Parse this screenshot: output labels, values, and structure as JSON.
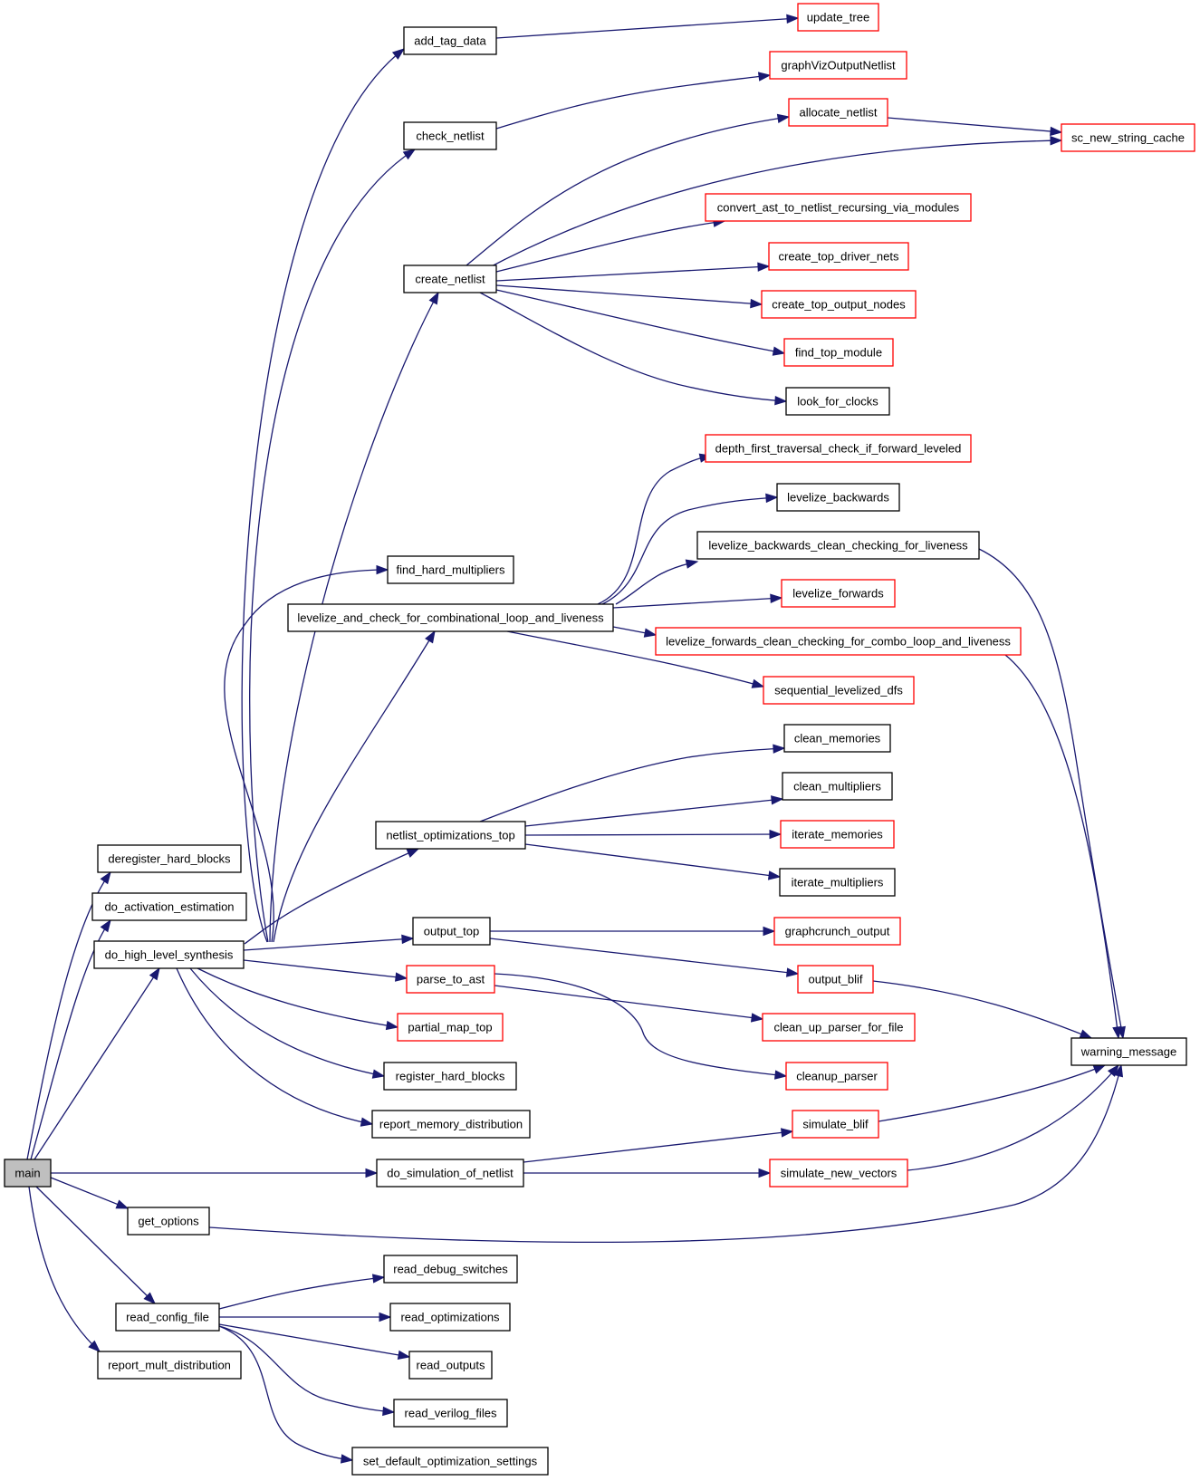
{
  "colors": {
    "edge": "#191970",
    "node_border_default": "#000000",
    "node_border_external": "#ff0000",
    "node_fill_default": "#ffffff",
    "node_fill_root": "#bfbfbf"
  },
  "nodes": [
    {
      "id": "main",
      "label": "main",
      "kind": "root"
    },
    {
      "id": "deregister_hard_blocks",
      "label": "deregister_hard_blocks",
      "kind": "internal"
    },
    {
      "id": "do_activation_estimation",
      "label": "do_activation_estimation",
      "kind": "internal"
    },
    {
      "id": "do_high_level_synthesis",
      "label": "do_high_level_synthesis",
      "kind": "internal"
    },
    {
      "id": "get_options",
      "label": "get_options",
      "kind": "internal"
    },
    {
      "id": "read_config_file",
      "label": "read_config_file",
      "kind": "internal"
    },
    {
      "id": "report_mult_distribution",
      "label": "report_mult_distribution",
      "kind": "internal"
    },
    {
      "id": "add_tag_data",
      "label": "add_tag_data",
      "kind": "internal"
    },
    {
      "id": "check_netlist",
      "label": "check_netlist",
      "kind": "internal"
    },
    {
      "id": "create_netlist",
      "label": "create_netlist",
      "kind": "internal"
    },
    {
      "id": "find_hard_multipliers",
      "label": "find_hard_multipliers",
      "kind": "internal"
    },
    {
      "id": "levelize_and_check",
      "label": "levelize_and_check_for_combinational_loop_and_liveness",
      "kind": "internal"
    },
    {
      "id": "netlist_optimizations_top",
      "label": "netlist_optimizations_top",
      "kind": "internal"
    },
    {
      "id": "output_top",
      "label": "output_top",
      "kind": "internal"
    },
    {
      "id": "parse_to_ast",
      "label": "parse_to_ast",
      "kind": "external"
    },
    {
      "id": "partial_map_top",
      "label": "partial_map_top",
      "kind": "external"
    },
    {
      "id": "register_hard_blocks",
      "label": "register_hard_blocks",
      "kind": "internal"
    },
    {
      "id": "report_memory_distribution",
      "label": "report_memory_distribution",
      "kind": "internal"
    },
    {
      "id": "do_simulation_of_netlist",
      "label": "do_simulation_of_netlist",
      "kind": "internal"
    },
    {
      "id": "read_debug_switches",
      "label": "read_debug_switches",
      "kind": "internal"
    },
    {
      "id": "read_optimizations",
      "label": "read_optimizations",
      "kind": "internal"
    },
    {
      "id": "read_outputs",
      "label": "read_outputs",
      "kind": "internal"
    },
    {
      "id": "read_verilog_files",
      "label": "read_verilog_files",
      "kind": "internal"
    },
    {
      "id": "set_default_optimization_settings",
      "label": "set_default_optimization_settings",
      "kind": "internal"
    },
    {
      "id": "update_tree",
      "label": "update_tree",
      "kind": "external"
    },
    {
      "id": "graphVizOutputNetlist",
      "label": "graphVizOutputNetlist",
      "kind": "external"
    },
    {
      "id": "allocate_netlist",
      "label": "allocate_netlist",
      "kind": "external"
    },
    {
      "id": "convert_ast",
      "label": "convert_ast_to_netlist_recursing_via_modules",
      "kind": "external"
    },
    {
      "id": "create_top_driver_nets",
      "label": "create_top_driver_nets",
      "kind": "external"
    },
    {
      "id": "create_top_output_nodes",
      "label": "create_top_output_nodes",
      "kind": "external"
    },
    {
      "id": "find_top_module",
      "label": "find_top_module",
      "kind": "external"
    },
    {
      "id": "look_for_clocks",
      "label": "look_for_clocks",
      "kind": "internal"
    },
    {
      "id": "depth_first",
      "label": "depth_first_traversal_check_if_forward_leveled",
      "kind": "external"
    },
    {
      "id": "levelize_backwards",
      "label": "levelize_backwards",
      "kind": "internal"
    },
    {
      "id": "levelize_backwards_clean",
      "label": "levelize_backwards_clean_checking_for_liveness",
      "kind": "internal"
    },
    {
      "id": "levelize_forwards",
      "label": "levelize_forwards",
      "kind": "external"
    },
    {
      "id": "levelize_forwards_clean",
      "label": "levelize_forwards_clean_checking_for_combo_loop_and_liveness",
      "kind": "external"
    },
    {
      "id": "sequential_levelized_dfs",
      "label": "sequential_levelized_dfs",
      "kind": "external"
    },
    {
      "id": "clean_memories",
      "label": "clean_memories",
      "kind": "internal"
    },
    {
      "id": "clean_multipliers",
      "label": "clean_multipliers",
      "kind": "internal"
    },
    {
      "id": "iterate_memories",
      "label": "iterate_memories",
      "kind": "external"
    },
    {
      "id": "iterate_multipliers",
      "label": "iterate_multipliers",
      "kind": "internal"
    },
    {
      "id": "graphcrunch_output",
      "label": "graphcrunch_output",
      "kind": "external"
    },
    {
      "id": "output_blif",
      "label": "output_blif",
      "kind": "external"
    },
    {
      "id": "clean_up_parser_for_file",
      "label": "clean_up_parser_for_file",
      "kind": "external"
    },
    {
      "id": "cleanup_parser",
      "label": "cleanup_parser",
      "kind": "external"
    },
    {
      "id": "simulate_blif",
      "label": "simulate_blif",
      "kind": "external"
    },
    {
      "id": "simulate_new_vectors",
      "label": "simulate_new_vectors",
      "kind": "external"
    },
    {
      "id": "sc_new_string_cache",
      "label": "sc_new_string_cache",
      "kind": "external"
    },
    {
      "id": "warning_message",
      "label": "warning_message",
      "kind": "internal"
    }
  ],
  "edges": [
    [
      "main",
      "deregister_hard_blocks"
    ],
    [
      "main",
      "do_activation_estimation"
    ],
    [
      "main",
      "do_high_level_synthesis"
    ],
    [
      "main",
      "do_simulation_of_netlist"
    ],
    [
      "main",
      "get_options"
    ],
    [
      "main",
      "read_config_file"
    ],
    [
      "main",
      "report_mult_distribution"
    ],
    [
      "do_high_level_synthesis",
      "add_tag_data"
    ],
    [
      "do_high_level_synthesis",
      "check_netlist"
    ],
    [
      "do_high_level_synthesis",
      "create_netlist"
    ],
    [
      "do_high_level_synthesis",
      "find_hard_multipliers"
    ],
    [
      "do_high_level_synthesis",
      "levelize_and_check"
    ],
    [
      "do_high_level_synthesis",
      "netlist_optimizations_top"
    ],
    [
      "do_high_level_synthesis",
      "output_top"
    ],
    [
      "do_high_level_synthesis",
      "parse_to_ast"
    ],
    [
      "do_high_level_synthesis",
      "partial_map_top"
    ],
    [
      "do_high_level_synthesis",
      "register_hard_blocks"
    ],
    [
      "do_high_level_synthesis",
      "report_memory_distribution"
    ],
    [
      "add_tag_data",
      "update_tree"
    ],
    [
      "check_netlist",
      "graphVizOutputNetlist"
    ],
    [
      "create_netlist",
      "allocate_netlist"
    ],
    [
      "create_netlist",
      "sc_new_string_cache"
    ],
    [
      "create_netlist",
      "convert_ast"
    ],
    [
      "create_netlist",
      "create_top_driver_nets"
    ],
    [
      "create_netlist",
      "create_top_output_nodes"
    ],
    [
      "create_netlist",
      "find_top_module"
    ],
    [
      "create_netlist",
      "look_for_clocks"
    ],
    [
      "allocate_netlist",
      "sc_new_string_cache"
    ],
    [
      "levelize_and_check",
      "depth_first"
    ],
    [
      "levelize_and_check",
      "levelize_backwards"
    ],
    [
      "levelize_and_check",
      "levelize_backwards_clean"
    ],
    [
      "levelize_and_check",
      "levelize_forwards"
    ],
    [
      "levelize_and_check",
      "levelize_forwards_clean"
    ],
    [
      "levelize_and_check",
      "sequential_levelized_dfs"
    ],
    [
      "levelize_backwards_clean",
      "warning_message"
    ],
    [
      "levelize_forwards_clean",
      "warning_message"
    ],
    [
      "netlist_optimizations_top",
      "clean_memories"
    ],
    [
      "netlist_optimizations_top",
      "clean_multipliers"
    ],
    [
      "netlist_optimizations_top",
      "iterate_memories"
    ],
    [
      "netlist_optimizations_top",
      "iterate_multipliers"
    ],
    [
      "output_top",
      "graphcrunch_output"
    ],
    [
      "output_top",
      "output_blif"
    ],
    [
      "output_blif",
      "warning_message"
    ],
    [
      "parse_to_ast",
      "clean_up_parser_for_file"
    ],
    [
      "parse_to_ast",
      "cleanup_parser"
    ],
    [
      "do_simulation_of_netlist",
      "simulate_blif"
    ],
    [
      "do_simulation_of_netlist",
      "simulate_new_vectors"
    ],
    [
      "simulate_blif",
      "warning_message"
    ],
    [
      "simulate_new_vectors",
      "warning_message"
    ],
    [
      "get_options",
      "warning_message"
    ],
    [
      "read_config_file",
      "read_debug_switches"
    ],
    [
      "read_config_file",
      "read_optimizations"
    ],
    [
      "read_config_file",
      "read_outputs"
    ],
    [
      "read_config_file",
      "read_verilog_files"
    ],
    [
      "read_config_file",
      "set_default_optimization_settings"
    ]
  ]
}
